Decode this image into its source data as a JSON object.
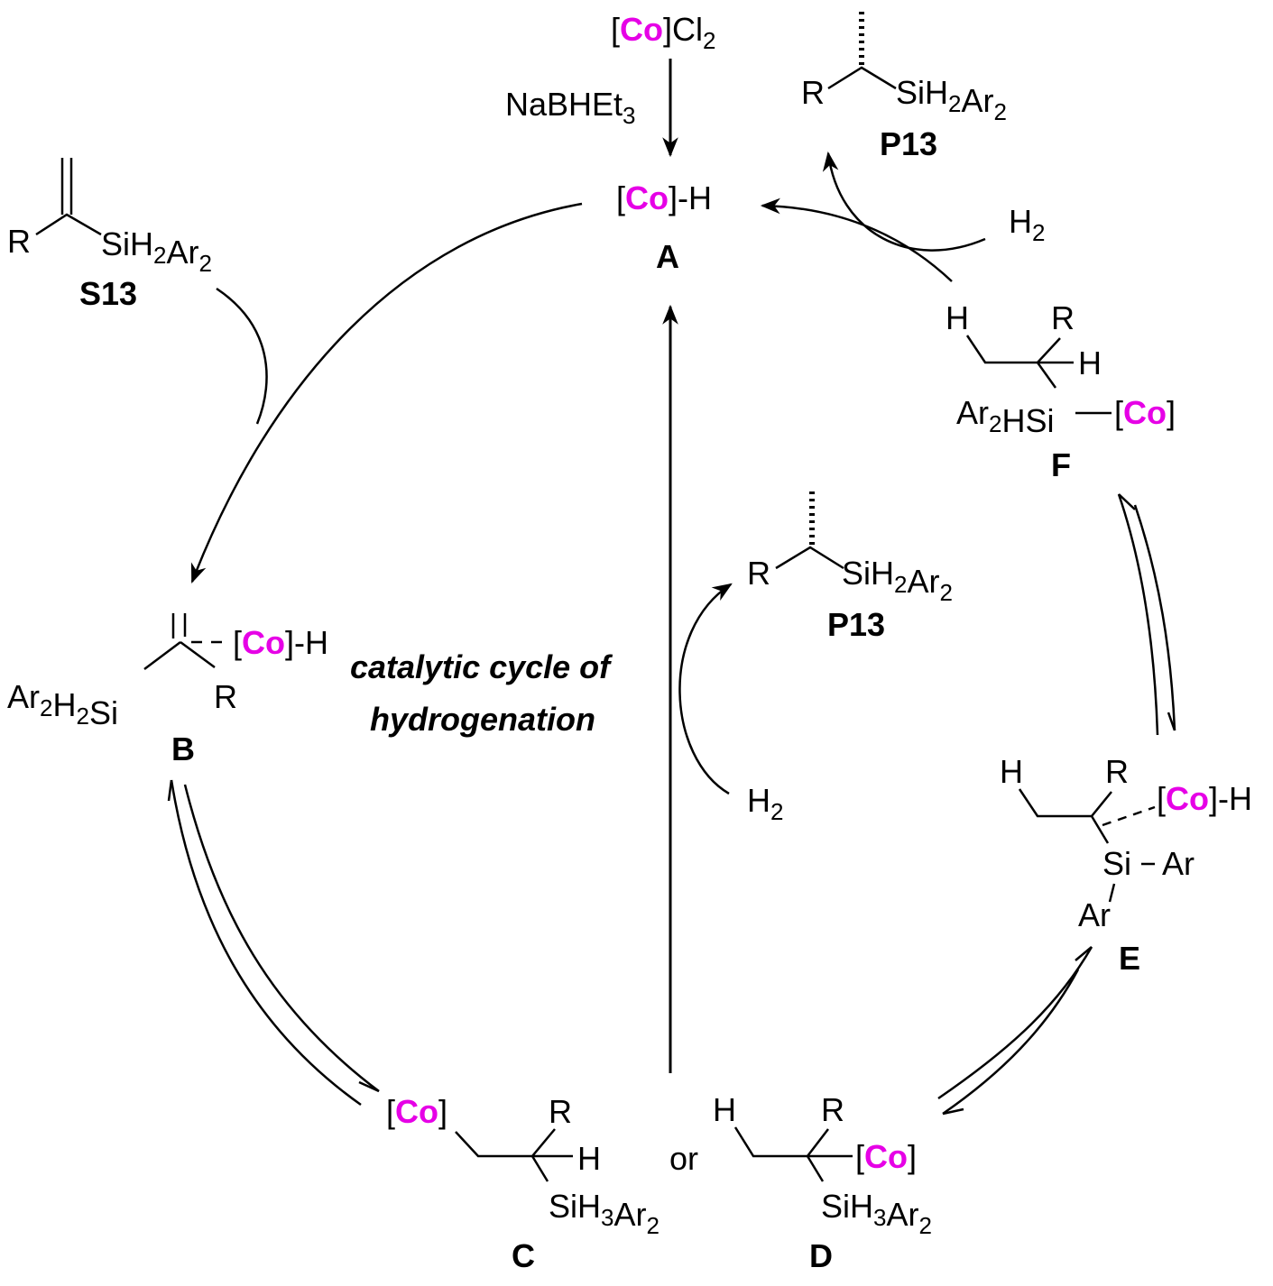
{
  "colors": {
    "cobalt": "#e600e6",
    "ink": "#000000"
  },
  "title_lines": [
    "catalytic cycle of",
    "hydrogenation"
  ],
  "precatalyst": {
    "formula": "[Co]Cl2",
    "reagent": "NaBHEt3"
  },
  "A": {
    "formula": "[Co]-H",
    "label": "A"
  },
  "S13": {
    "R": "R",
    "formula": "SiH2Ar2",
    "label": "S13"
  },
  "P13_top": {
    "R": "R",
    "formula": "SiH2Ar2",
    "label": "P13",
    "H2": "H2"
  },
  "P13_mid": {
    "R": "R",
    "formula": "SiH2Ar2",
    "label": "P13",
    "H2": "H2"
  },
  "B": {
    "silyl": "Ar2H2Si",
    "R": "R",
    "cobalt": "[Co]-H",
    "label": "B"
  },
  "C": {
    "cobalt": "[Co]",
    "R": "R",
    "H": "H",
    "silyl": "SiH3Ar2",
    "label": "C"
  },
  "or": "or",
  "D": {
    "H": "H",
    "R": "R",
    "cobalt": "[Co]",
    "silyl": "SiH3Ar2",
    "label": "D"
  },
  "E": {
    "H": "H",
    "R": "R",
    "cobalt": "[Co]-H",
    "Si": "Si",
    "Ar1": "Ar",
    "Ar2": "Ar",
    "label": "E"
  },
  "F": {
    "H1": "H",
    "R": "R",
    "H2": "H",
    "silyl": "Ar2HSi",
    "cobalt": "[Co]",
    "label": "F"
  }
}
